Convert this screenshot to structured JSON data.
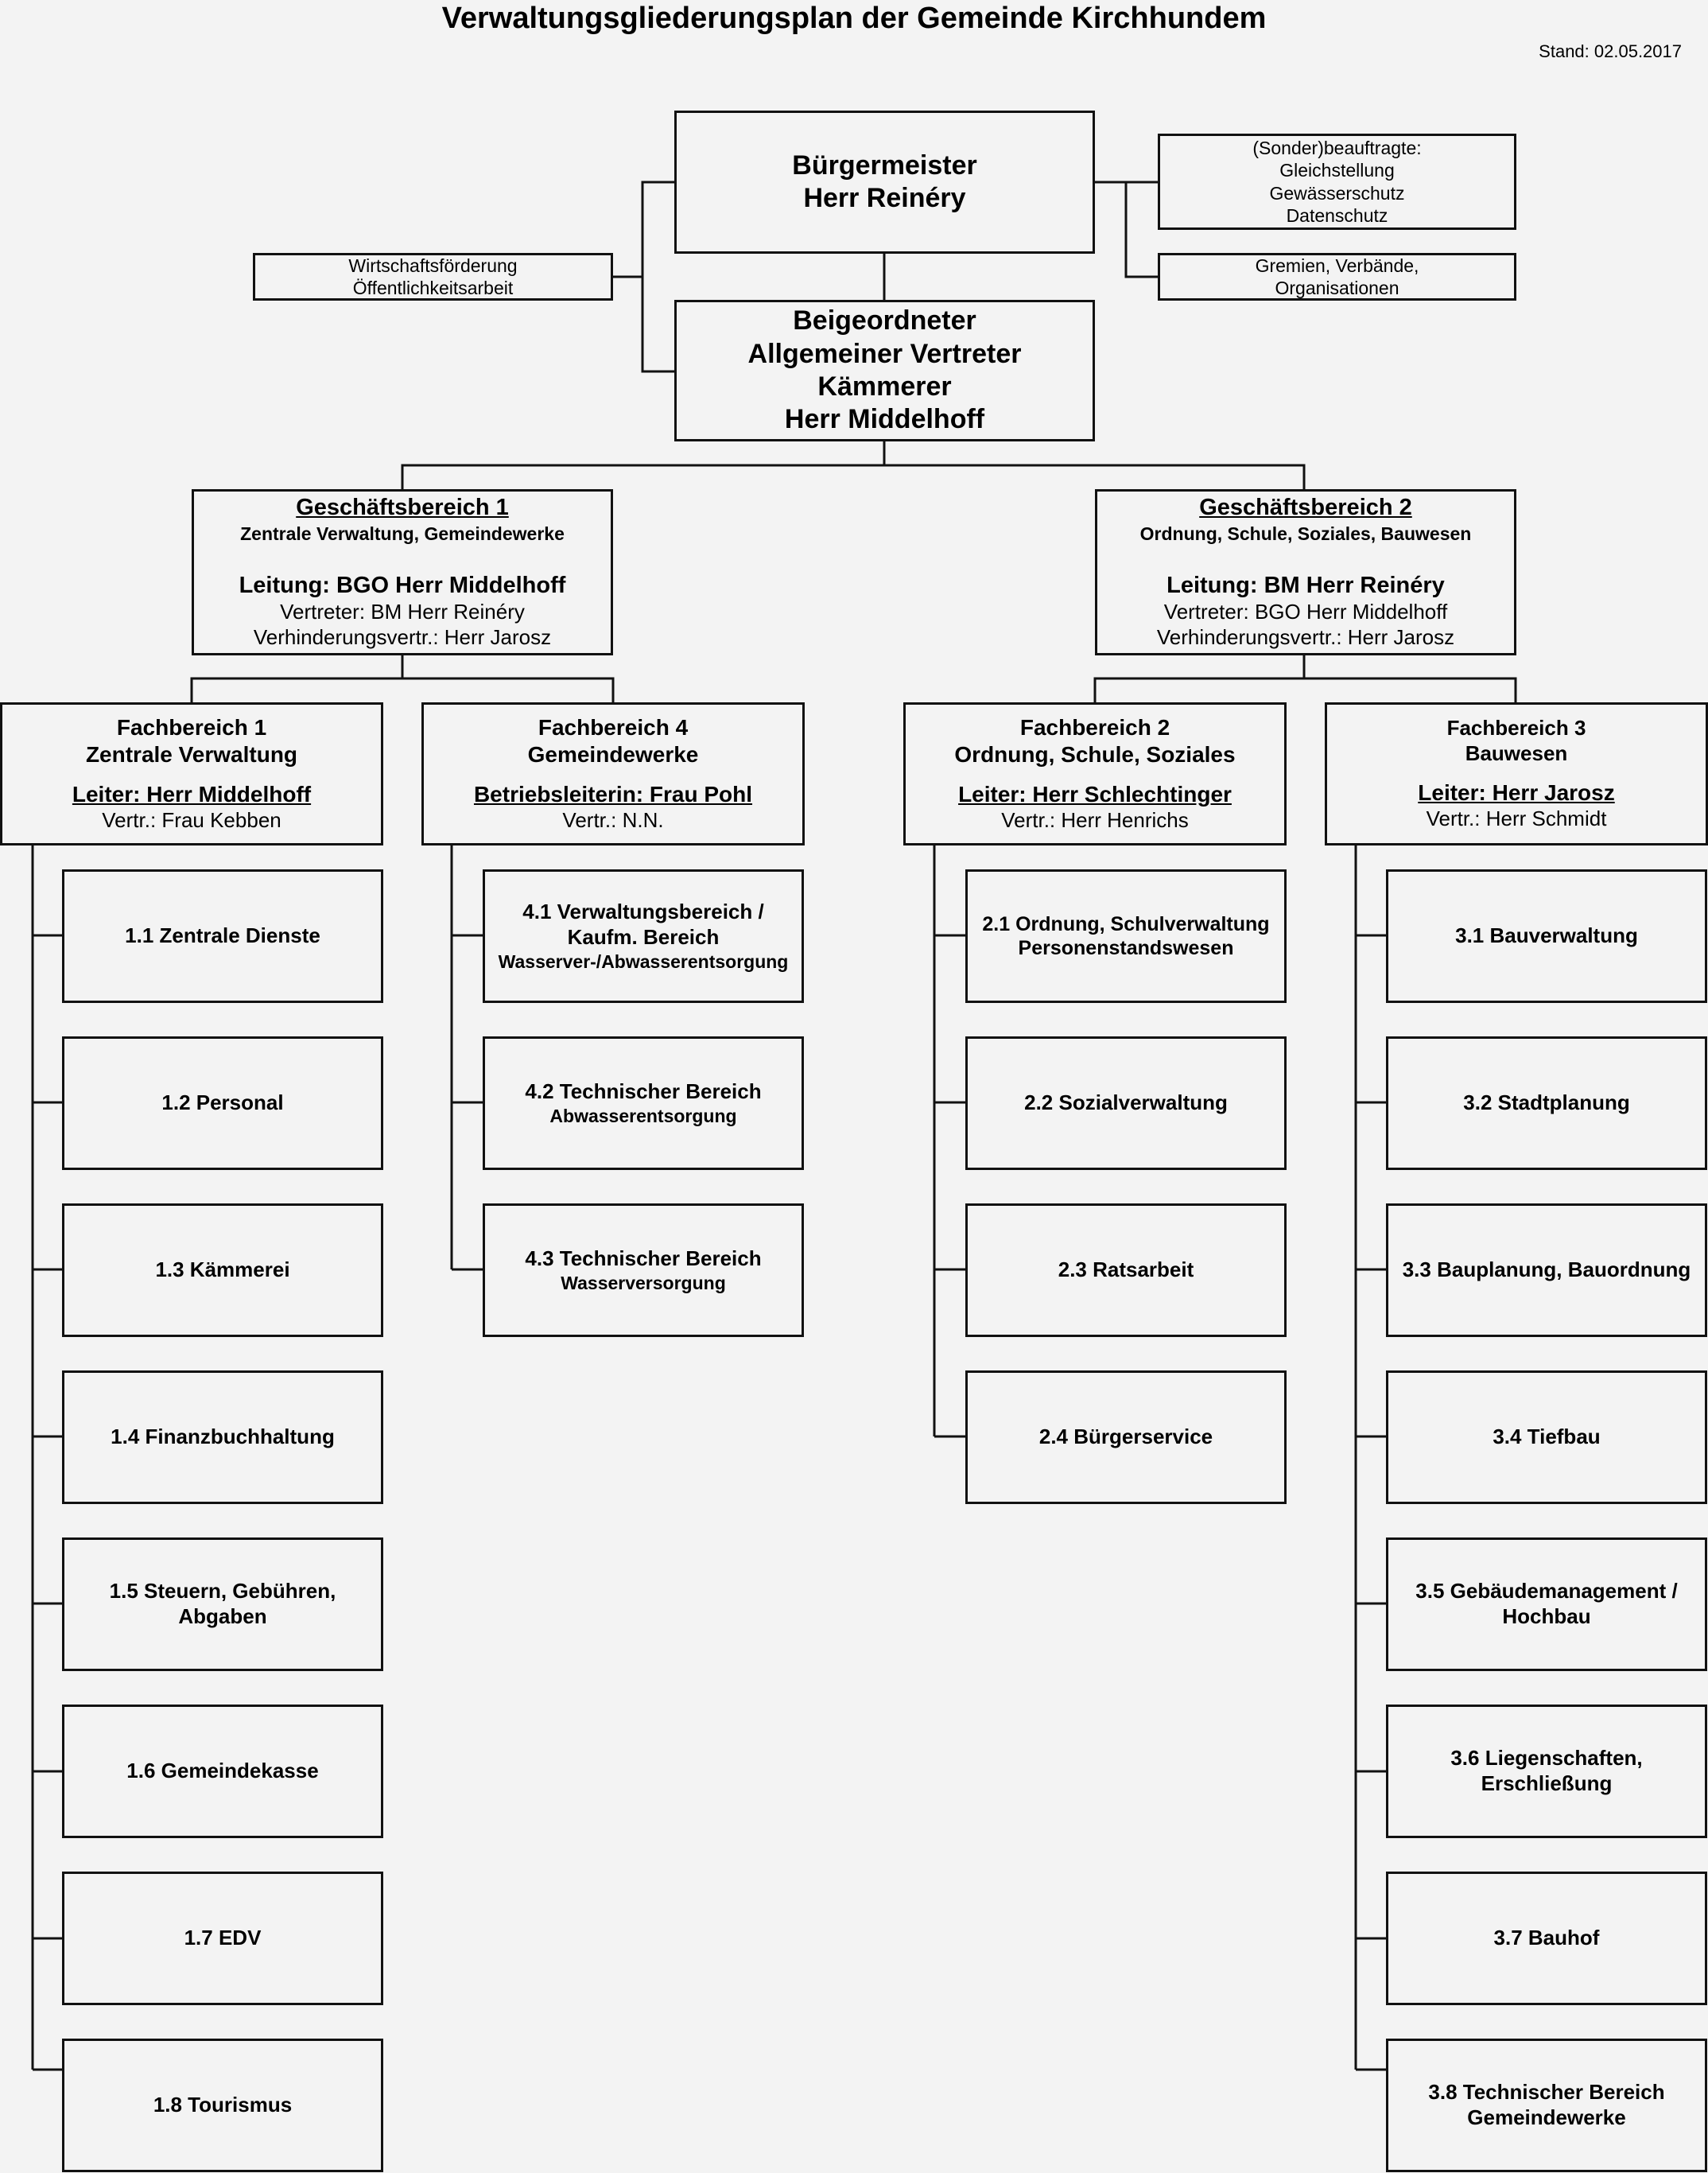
{
  "title": "Verwaltungsgliederungsplan der Gemeinde Kirchhundem",
  "stand": "Stand: 02.05.2017",
  "top": {
    "buergermeister": [
      "Bürgermeister",
      "Herr Reinéry"
    ],
    "beigeordneter": [
      "Beigeordneter",
      "Allgemeiner Vertreter",
      "Kämmerer",
      "Herr Middelhoff"
    ],
    "wirtschaft": [
      "Wirtschaftsförderung",
      "Öffentlichkeitsarbeit"
    ],
    "sonder": [
      "(Sonder)beauftragte:",
      "Gleichstellung",
      "Gewässerschutz",
      "Datenschutz"
    ],
    "gremien": [
      "Gremien, Verbände,",
      "Organisationen"
    ]
  },
  "gb1": {
    "heading": "Geschäftsbereich 1",
    "subtitle": "Zentrale Verwaltung, Gemeindewerke",
    "leitung": "Leitung: BGO Herr Middelhoff",
    "vertreter": "Vertreter: BM Herr Reinéry",
    "verhinderung": "Verhinderungsvertr.: Herr Jarosz"
  },
  "gb2": {
    "heading": "Geschäftsbereich 2",
    "subtitle": "Ordnung, Schule, Soziales, Bauwesen",
    "leitung": "Leitung: BM Herr Reinéry",
    "vertreter": "Vertreter: BGO Herr Middelhoff",
    "verhinderung": "Verhinderungsvertr.: Herr Jarosz"
  },
  "fb1": {
    "name": "Fachbereich 1",
    "area": "Zentrale Verwaltung",
    "leiter": "Leiter: Herr Middelhoff",
    "vertr": "Vertr.: Frau Kebben",
    "units": [
      [
        "1.1 Zentrale Dienste"
      ],
      [
        "1.2 Personal"
      ],
      [
        "1.3 Kämmerei"
      ],
      [
        "1.4 Finanzbuchhaltung"
      ],
      [
        "1.5 Steuern, Gebühren,",
        "Abgaben"
      ],
      [
        "1.6 Gemeindekasse"
      ],
      [
        "1.7 EDV"
      ],
      [
        "1.8 Tourismus"
      ]
    ]
  },
  "fb4": {
    "name": "Fachbereich 4",
    "area": "Gemeindewerke",
    "leiter": "Betriebsleiterin: Frau Pohl",
    "vertr": "Vertr.: N.N.",
    "units": [
      [
        "4.1 Verwaltungsbereich /",
        "Kaufm. Bereich",
        "Wasserver-/Abwasserentsorgung"
      ],
      [
        "4.2 Technischer Bereich",
        "Abwasserentsorgung"
      ],
      [
        "4.3 Technischer Bereich",
        "Wasserversorgung"
      ]
    ]
  },
  "fb2": {
    "name": "Fachbereich 2",
    "area": "Ordnung, Schule, Soziales",
    "leiter": "Leiter: Herr Schlechtinger",
    "vertr": "Vertr.: Herr Henrichs",
    "units": [
      [
        "2.1 Ordnung, Schulverwaltung",
        "Personenstandswesen"
      ],
      [
        "2.2 Sozialverwaltung"
      ],
      [
        "2.3 Ratsarbeit"
      ],
      [
        "2.4 Bürgerservice"
      ]
    ]
  },
  "fb3": {
    "name": "Fachbereich 3",
    "area": "Bauwesen",
    "leiter": "Leiter: Herr Jarosz",
    "vertr": "Vertr.: Herr Schmidt",
    "units": [
      [
        "3.1 Bauverwaltung"
      ],
      [
        "3.2 Stadtplanung"
      ],
      [
        "3.3 Bauplanung, Bauordnung"
      ],
      [
        "3.4 Tiefbau"
      ],
      [
        "3.5 Gebäudemanagement /",
        "Hochbau"
      ],
      [
        "3.6 Liegenschaften,",
        "Erschließung"
      ],
      [
        "3.7 Bauhof"
      ],
      [
        "3.8 Technischer Bereich",
        "Gemeindewerke"
      ]
    ]
  }
}
